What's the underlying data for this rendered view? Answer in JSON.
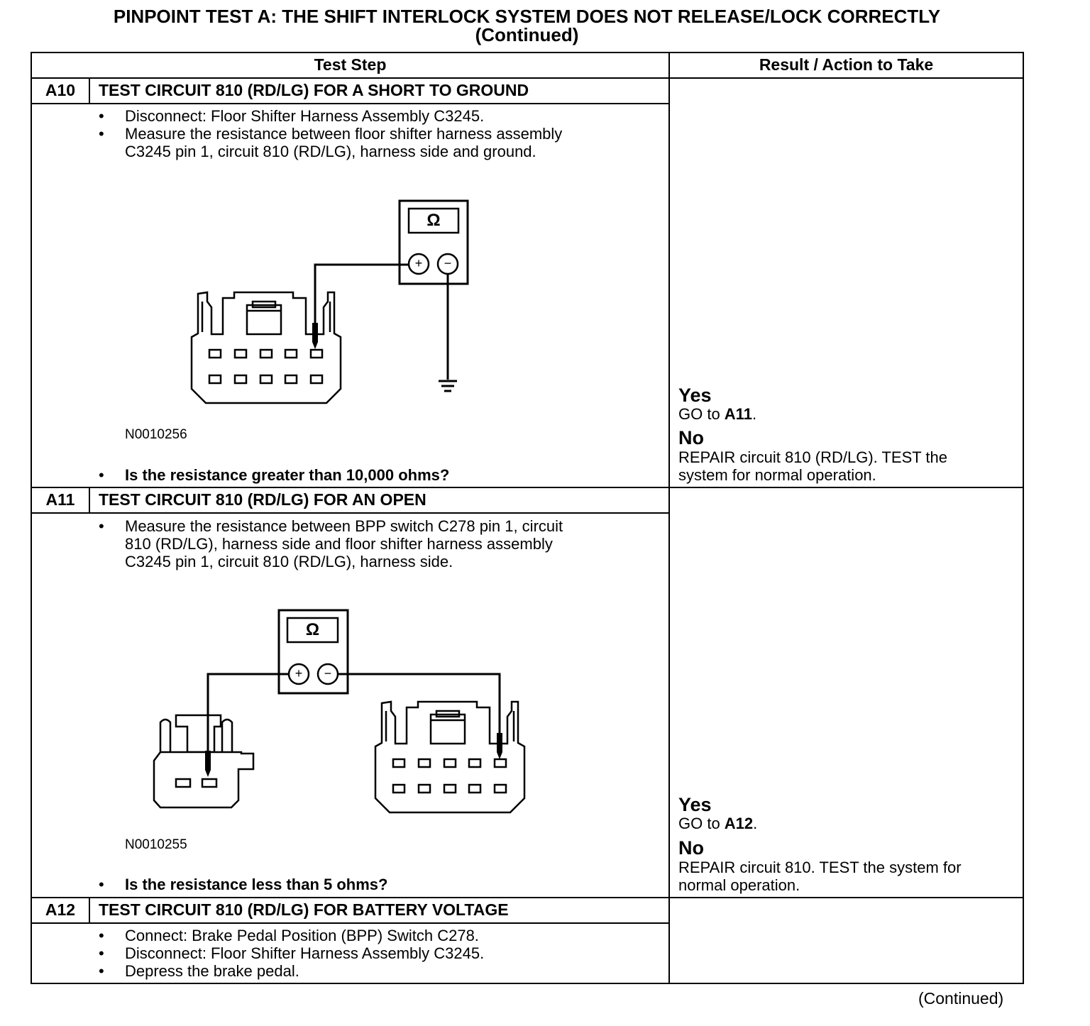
{
  "title": "PINPOINT TEST  A: THE SHIFT INTERLOCK SYSTEM DOES NOT RELEASE/LOCK CORRECTLY",
  "title_continued": "(Continued)",
  "columns": {
    "test_step": "Test Step",
    "result_action": "Result / Action to Take"
  },
  "steps": [
    {
      "id": "A10",
      "title": "TEST CIRCUIT 810 (RD/LG) FOR A SHORT TO GROUND",
      "bullets": [
        "Disconnect: Floor Shifter Harness Assembly C3245.",
        "Measure the resistance between floor shifter harness assembly",
        "C3245 pin 1, circuit 810 (RD/LG), harness side and ground."
      ],
      "figure_id": "N0010256",
      "question": "Is the resistance greater than 10,000 ohms?",
      "meter_symbol": "Ω",
      "yes_label": "Yes",
      "yes_prefix": "GO to ",
      "yes_target": "A11",
      "yes_suffix": ".",
      "no_label": "No",
      "no_lines": [
        "REPAIR circuit 810 (RD/LG). TEST the",
        "system for normal operation."
      ]
    },
    {
      "id": "A11",
      "title": "TEST CIRCUIT 810 (RD/LG) FOR AN OPEN",
      "bullets": [
        "Measure the resistance between BPP switch C278 pin 1, circuit",
        "810 (RD/LG), harness side and floor shifter harness assembly",
        "C3245 pin 1, circuit 810 (RD/LG), harness side."
      ],
      "figure_id": "N0010255",
      "question": "Is the resistance less than 5 ohms?",
      "meter_symbol": "Ω",
      "yes_label": "Yes",
      "yes_prefix": "GO to ",
      "yes_target": "A12",
      "yes_suffix": ".",
      "no_label": "No",
      "no_lines": [
        "REPAIR circuit 810. TEST the system for",
        "normal operation."
      ]
    },
    {
      "id": "A12",
      "title": "TEST CIRCUIT 810 (RD/LG) FOR BATTERY VOLTAGE",
      "bullets": [
        "Connect: Brake Pedal Position (BPP) Switch C278.",
        "Disconnect: Floor Shifter Harness Assembly C3245.",
        "Depress the brake pedal."
      ]
    }
  ],
  "bullet_char": "•",
  "plus": "+",
  "minus": "−",
  "footer_continued": "(Continued)"
}
